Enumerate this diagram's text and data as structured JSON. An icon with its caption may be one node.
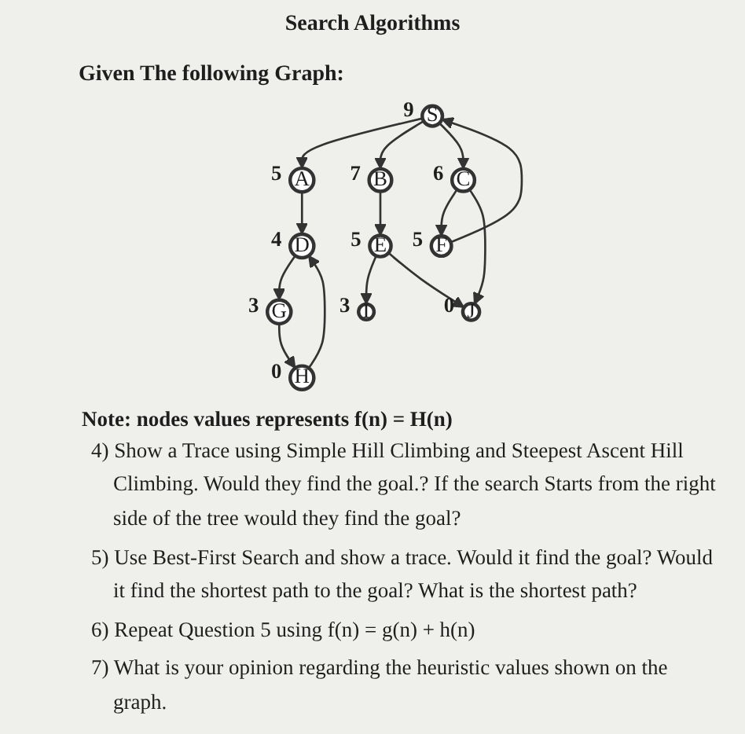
{
  "diagram": {
    "title": "Search Algorithms",
    "nodes": [
      {
        "text": [
          "S"
        ],
        "beside": [
          "9"
        ]
      },
      {
        "text": [
          "A"
        ],
        "beside": [
          "5"
        ]
      },
      {
        "text": [
          "B"
        ],
        "beside": [
          "7"
        ]
      },
      {
        "text": [
          "C"
        ],
        "beside": [
          "6"
        ]
      },
      {
        "text": [
          "D"
        ],
        "beside": [
          "4"
        ]
      },
      {
        "text": [
          "E"
        ],
        "beside": [
          "5"
        ]
      },
      {
        "text": [
          "F"
        ],
        "beside": [
          "5"
        ]
      },
      {
        "text": [
          "G"
        ],
        "beside": [
          "3"
        ]
      },
      {
        "text": [
          "H"
        ],
        "beside": [
          "0"
        ]
      },
      {
        "text": [
          "I"
        ],
        "beside": [
          "3"
        ]
      },
      {
        "text": [
          "J"
        ],
        "beside": [
          "0"
        ]
      }
    ],
    "edges": [
      {
        "from": 0,
        "to": 1,
        "arrow": "to"
      },
      {
        "from": 0,
        "to": 2,
        "arrow": "to"
      },
      {
        "from": 0,
        "to": 3,
        "arrow": "to"
      },
      {
        "from": 6,
        "to": 0,
        "arrow": "to"
      },
      {
        "from": 1,
        "to": 4,
        "arrow": "to"
      },
      {
        "from": 2,
        "to": 5,
        "arrow": "to"
      },
      {
        "from": 3,
        "to": 6,
        "arrow": "to"
      },
      {
        "from": 3,
        "to": 10,
        "arrow": "to"
      },
      {
        "from": 4,
        "to": 7,
        "arrow": "to"
      },
      {
        "from": 8,
        "to": 4,
        "arrow": "to"
      },
      {
        "from": 7,
        "to": 8,
        "arrow": "to"
      },
      {
        "from": 5,
        "to": 9,
        "arrow": "to"
      },
      {
        "from": 5,
        "to": 10,
        "arrow": "to"
      }
    ],
    "labels": [
      "Given The following Graph:",
      "Note: nodes values represents f(n) = H(n)",
      "4) Show a Trace using Simple Hill Climbing and Steepest Ascent Hill Climbing. Would they find the goal.? If the search Starts from the right side of the tree would they find the goal?",
      "5) Use Best-First Search and show a trace. Would it find the goal? Would it find the shortest path to the goal? What is the shortest path?",
      "6) Repeat Question 5 using f(n) = g(n) + h(n)",
      "7) What is your opinion regarding the heuristic values shown on the graph."
    ]
  }
}
